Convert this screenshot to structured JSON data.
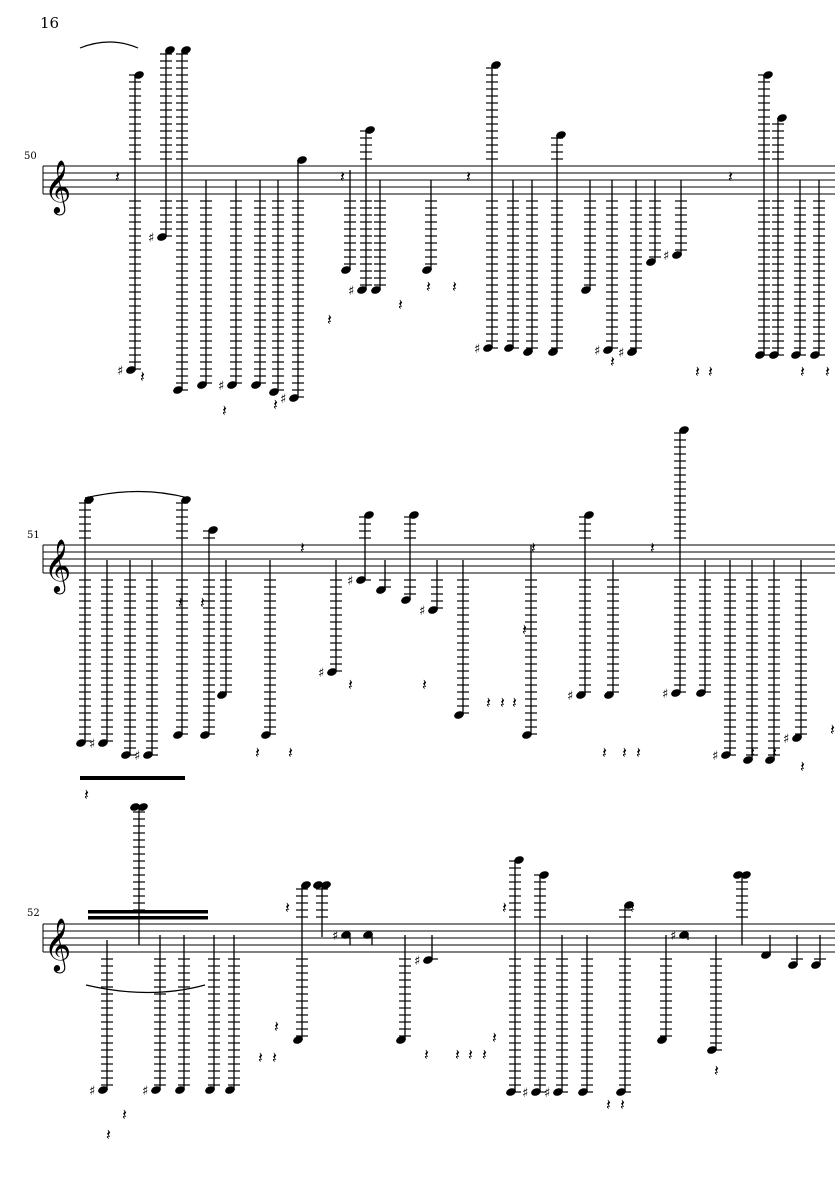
{
  "page": {
    "number": "16"
  },
  "systems": [
    {
      "measure_number": "50"
    },
    {
      "measure_number": "51"
    },
    {
      "measure_number": "52"
    }
  ]
}
